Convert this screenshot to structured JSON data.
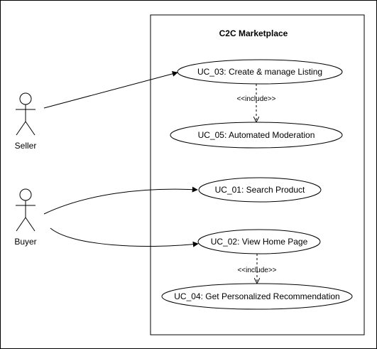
{
  "system": {
    "title": "C2C Marketplace"
  },
  "actors": {
    "seller": "Seller",
    "buyer": "Buyer"
  },
  "use_cases": {
    "uc03": "UC_03: Create & manage Listing",
    "uc05": "UC_05: Automated Moderation",
    "uc01": "UC_01: Search Product",
    "uc02": "UC_02: View Home Page",
    "uc04": "UC_04: Get Personalized Recommendation"
  },
  "relations": {
    "include_1": "<<include>>",
    "include_2": "<<include>>"
  },
  "colors": {
    "stroke": "#000000",
    "fill": "#ffffff"
  }
}
